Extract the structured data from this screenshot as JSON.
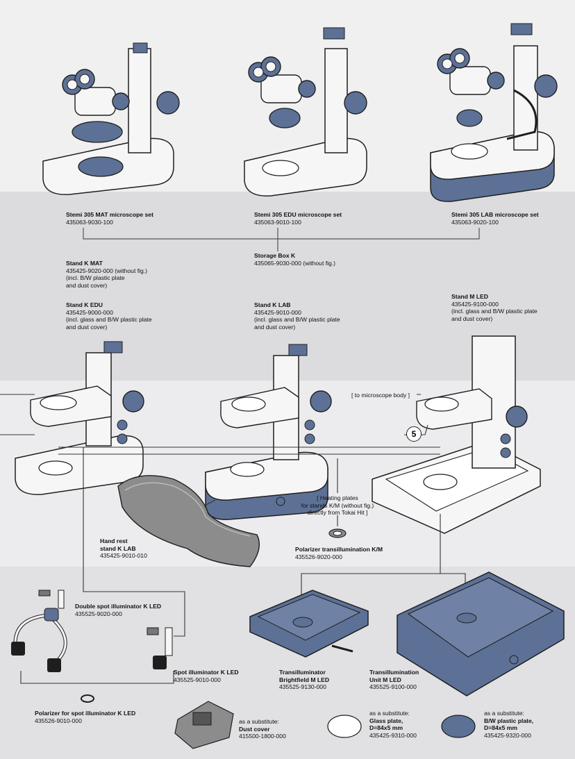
{
  "colors": {
    "band_light": "#f0f0f1",
    "band_mid": "#dcdcde",
    "band_dark": "#e3e3e5",
    "steel_blue": "#5d7196",
    "body_white": "#f6f6f6",
    "outline": "#1e1e1e",
    "hand_rest": "#8c8c8c"
  },
  "top_sets": [
    {
      "name": "Stemi 305 MAT microscope set",
      "code": "435063-9030-100"
    },
    {
      "name": "Stemi 305 EDU microscope set",
      "code": "435063-9010-100"
    },
    {
      "name": "Stemi 305 LAB microscope set",
      "code": "435063-9020-100"
    }
  ],
  "storage_box": {
    "name": "Storage Box K",
    "code": "435065-9030-000 (without fig.)"
  },
  "stands": {
    "k_mat": {
      "name": "Stand K MAT",
      "lines": [
        "435425-9020-000 (without fig.)",
        "(incl. B/W plastic plate",
        "and dust cover)"
      ]
    },
    "k_edu": {
      "name": "Stand K EDU",
      "lines": [
        "435425-9000-000",
        "(incl. glass and B/W plastic plate",
        "and dust cover)"
      ]
    },
    "k_lab": {
      "name": "Stand K LAB",
      "lines": [
        "435425-9010-000",
        "(incl. glass and B/W plastic plate",
        "and dust cover)"
      ]
    },
    "m_led": {
      "name": "Stand M LED",
      "lines": [
        "435425-9100-000",
        "(incl. glass and B/W plastic plate",
        "and dust cover)"
      ]
    }
  },
  "to_microscope_body": "[ to microscope body ]",
  "callout_number": "5",
  "heating_plates": [
    "[ Heating plates",
    "for stands K/M (without fig.)",
    "directly from Tokai Hit ]"
  ],
  "hand_rest": {
    "name": [
      "Hand rest",
      "stand K LAB"
    ],
    "code": "435425-9010-010"
  },
  "polarizer_trans": {
    "name": "Polarizer transillumination K/M",
    "code": "435526-9020-000"
  },
  "double_spot": {
    "name": "Double spot illuminator K LED",
    "code": "435525-9020-000"
  },
  "spot": {
    "name": "Spot illuminator K LED",
    "code": "435525-9010-000"
  },
  "polarizer_spot": {
    "name": "Polarizer for spot illuminator K LED",
    "code": "435526-9010-000"
  },
  "transilluminator_bf": {
    "name": [
      "Transilluminator",
      "Brightfield M LED"
    ],
    "code": "435525-9130-000"
  },
  "transillumination_unit": {
    "name": [
      "Transillumination",
      "Unit M LED"
    ],
    "code": "435525-9100-000"
  },
  "dust_cover": {
    "prefix": "as a substitute:",
    "name": "Dust cover",
    "code": "415500-1800-000"
  },
  "glass_plate": {
    "prefix": "as a substitute:",
    "name": [
      "Glass plate,",
      "D=84x5 mm"
    ],
    "code": "435425-9310-000"
  },
  "bw_plate": {
    "prefix": "as a substitute:",
    "name": [
      "B/W plastic plate,",
      "D=84x5 mm"
    ],
    "code": "435425-9320-000"
  }
}
